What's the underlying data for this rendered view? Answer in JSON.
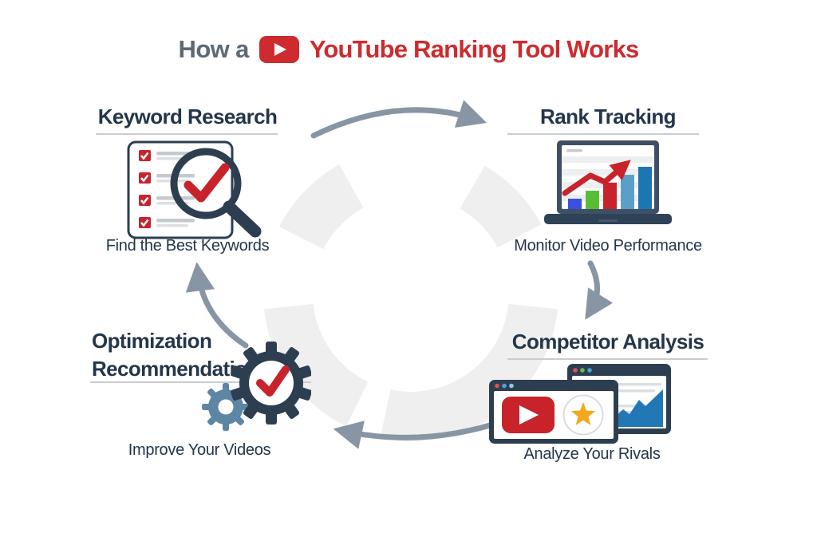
{
  "title": {
    "prefix": "How a",
    "highlight": "YouTube Ranking Tool Works"
  },
  "steps": {
    "keyword_research": {
      "heading": "Keyword Research",
      "caption": "Find the Best Keywords",
      "icon": "checklist-magnifier-icon"
    },
    "rank_tracking": {
      "heading": "Rank Tracking",
      "caption": "Monitor Video Performance",
      "icon": "laptop-chart-icon"
    },
    "competitor_analysis": {
      "heading": "Competitor Analysis",
      "caption": "Analyze Your Rivals",
      "icon": "browser-windows-icon"
    },
    "optimization_recommendations": {
      "heading_line1": "Optimization",
      "heading_line2": "Recommendations",
      "caption": "Improve Your Videos",
      "icon": "gears-check-icon"
    }
  },
  "flow": {
    "shape": "clockwise-cycle",
    "arrows": [
      "keyword-research-to-rank-tracking",
      "rank-tracking-to-competitor-analysis",
      "competitor-analysis-to-optimization",
      "optimization-to-keyword-research"
    ]
  },
  "colors": {
    "background": "#ffffff",
    "heading_navy": "#24364a",
    "title_slate": "#5d6a76",
    "brand_red": "#ce2b2f",
    "ring_gray": "#efefef",
    "arrow_gray": "#8795a4",
    "underline_gray": "#c9cdd1",
    "icon_navy": "#2d3e50",
    "gear_blue": "#5d86a5",
    "star_gold": "#f2a81f",
    "area_blue": "#2277b5",
    "bar_blue": "#3b4fe0",
    "bar_green": "#5abc34",
    "bar_red": "#c8232b",
    "bar_steel": "#5b9fc9",
    "bar_deep_blue": "#1d76b2",
    "dot_red": "#e05252",
    "dot_green": "#67c23a",
    "dot_blue": "#4aa3df",
    "dot_light_blue": "#8ecae6"
  }
}
